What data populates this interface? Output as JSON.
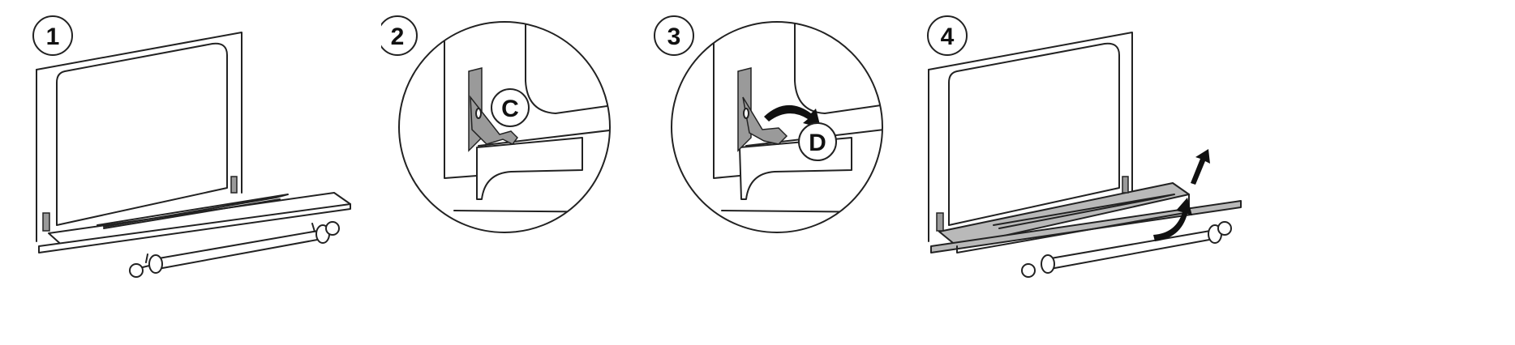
{
  "steps": [
    {
      "number": "1"
    },
    {
      "number": "2",
      "callout": "C"
    },
    {
      "number": "3",
      "callout": "D"
    },
    {
      "number": "4"
    }
  ],
  "colors": {
    "line": "#222222",
    "panel_fill": "#b9b9b9",
    "hinge": "#9a9a9a",
    "background": "#ffffff"
  },
  "icons": [
    "curved-arrow-icon",
    "up-arrow-icon"
  ]
}
